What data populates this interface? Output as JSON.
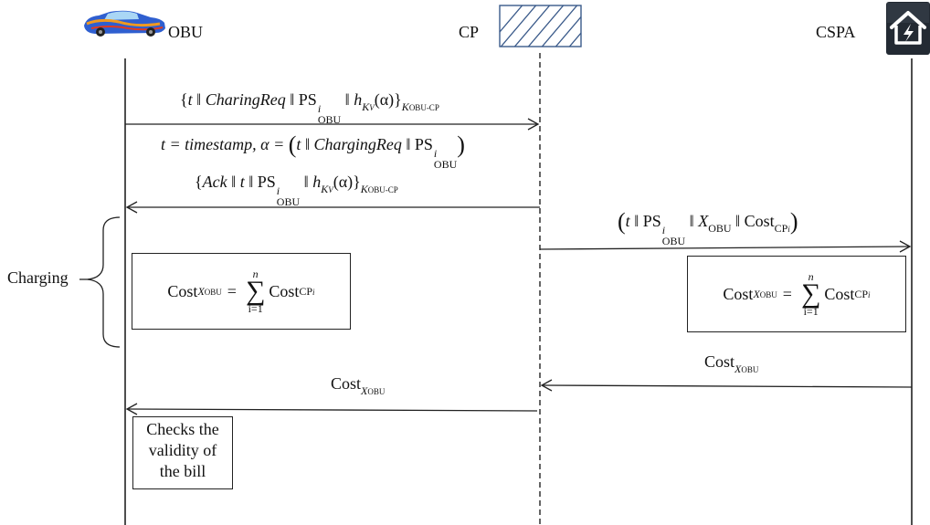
{
  "actors": {
    "obu": "OBU",
    "cp": "CP",
    "cspa": "CSPA"
  },
  "icons": {
    "car": "car-icon",
    "cp": "hatched-box-icon",
    "cspa": "house-lightning-icon"
  },
  "messages": {
    "m1": {
      "open": "{",
      "t": "t",
      "sep": "‖",
      "req": "CharingReq",
      "ps": "PS",
      "ps_sub": "OBU",
      "ps_sup": "i",
      "h": "h",
      "h_sub": "K",
      "h_subsub": "V",
      "alpha": "(α)",
      "close": "}",
      "key_sub": "K",
      "key_subsub": "OBU-CP"
    },
    "m1_note": {
      "lhs": "t = timestamp, α =",
      "open": "(",
      "t": "t",
      "sep": "‖",
      "req": "ChargingReq",
      "ps": "PS",
      "ps_sub": "OBU",
      "ps_sup": "i",
      "close": ")"
    },
    "m2": {
      "open": "{",
      "ack": "Ack",
      "sep": "‖",
      "t": "t",
      "ps": "PS",
      "ps_sub": "OBU",
      "ps_sup": "i",
      "h": "h",
      "h_sub": "K",
      "h_subsub": "V",
      "alpha": "(α)",
      "close": "}",
      "key_sub": "K",
      "key_subsub": "OBU-CP"
    },
    "m3": {
      "open": "(",
      "t": "t",
      "sep": "‖",
      "ps": "PS",
      "ps_sub": "OBU",
      "ps_sup": "i",
      "x": "X",
      "x_sub": "OBU",
      "cost": "Cost",
      "cost_sub": "CP",
      "cost_subsub": "i",
      "close": ")"
    },
    "m4": {
      "cost": "Cost",
      "x": "X",
      "x_sub": "OBU"
    },
    "m5": {
      "cost": "Cost",
      "x": "X",
      "x_sub": "OBU"
    }
  },
  "formula": {
    "cost": "Cost",
    "x": "X",
    "x_sub": "OBU",
    "eq": "=",
    "upper": "n",
    "sigma": "∑",
    "lower": "i=1",
    "rhs": "Cost",
    "rhs_sub": "CP",
    "rhs_subsub": "i"
  },
  "charging_label": "Charging",
  "checks": {
    "line1": "Checks the",
    "line2": "validity of",
    "line3": "the bill"
  }
}
